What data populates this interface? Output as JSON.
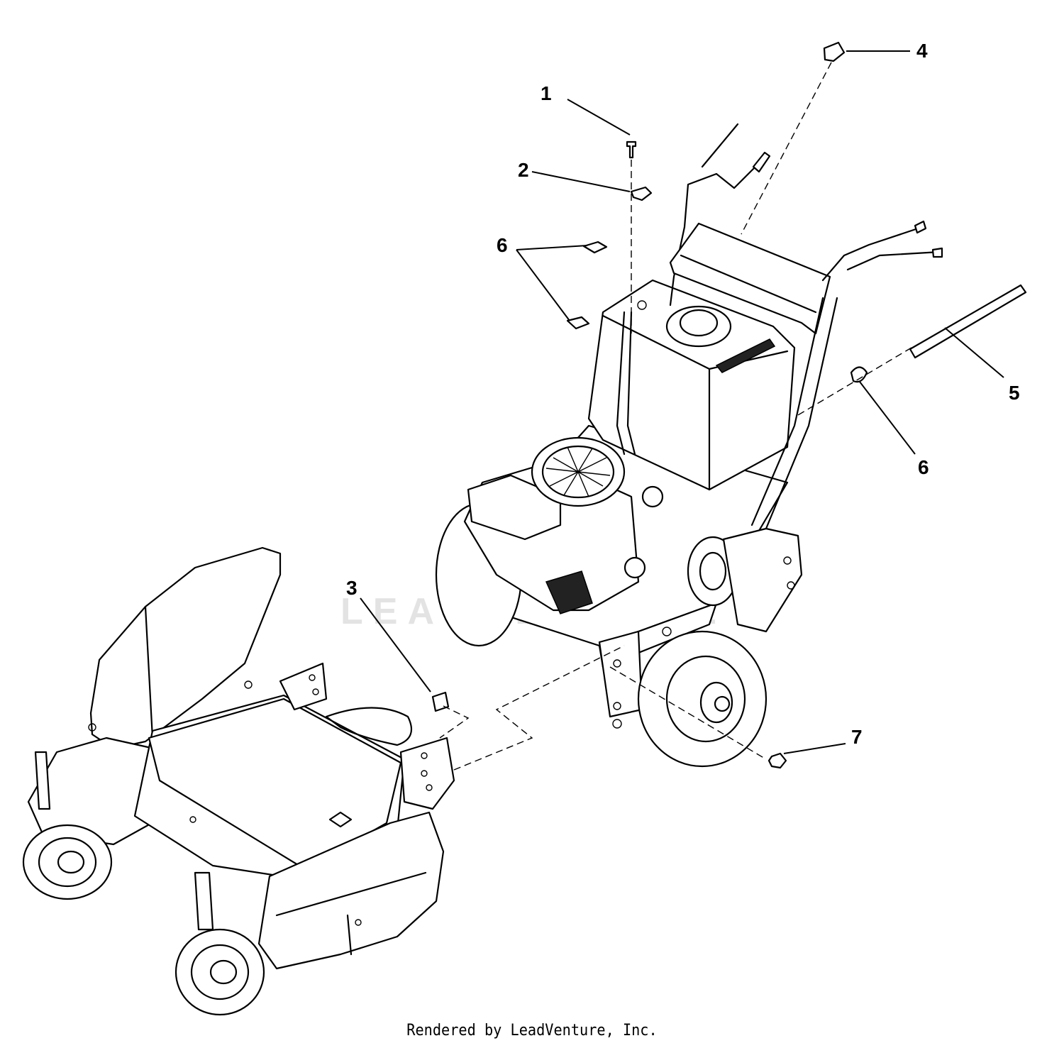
{
  "callouts": [
    {
      "id": "1",
      "label": "1"
    },
    {
      "id": "2",
      "label": "2"
    },
    {
      "id": "3",
      "label": "3"
    },
    {
      "id": "4",
      "label": "4"
    },
    {
      "id": "5",
      "label": "5"
    },
    {
      "id": "6a",
      "label": "6"
    },
    {
      "id": "6b",
      "label": "6"
    },
    {
      "id": "7",
      "label": "7"
    }
  ],
  "watermark": "LEADVENTURE",
  "footer": "Rendered by LeadVenture, Inc."
}
